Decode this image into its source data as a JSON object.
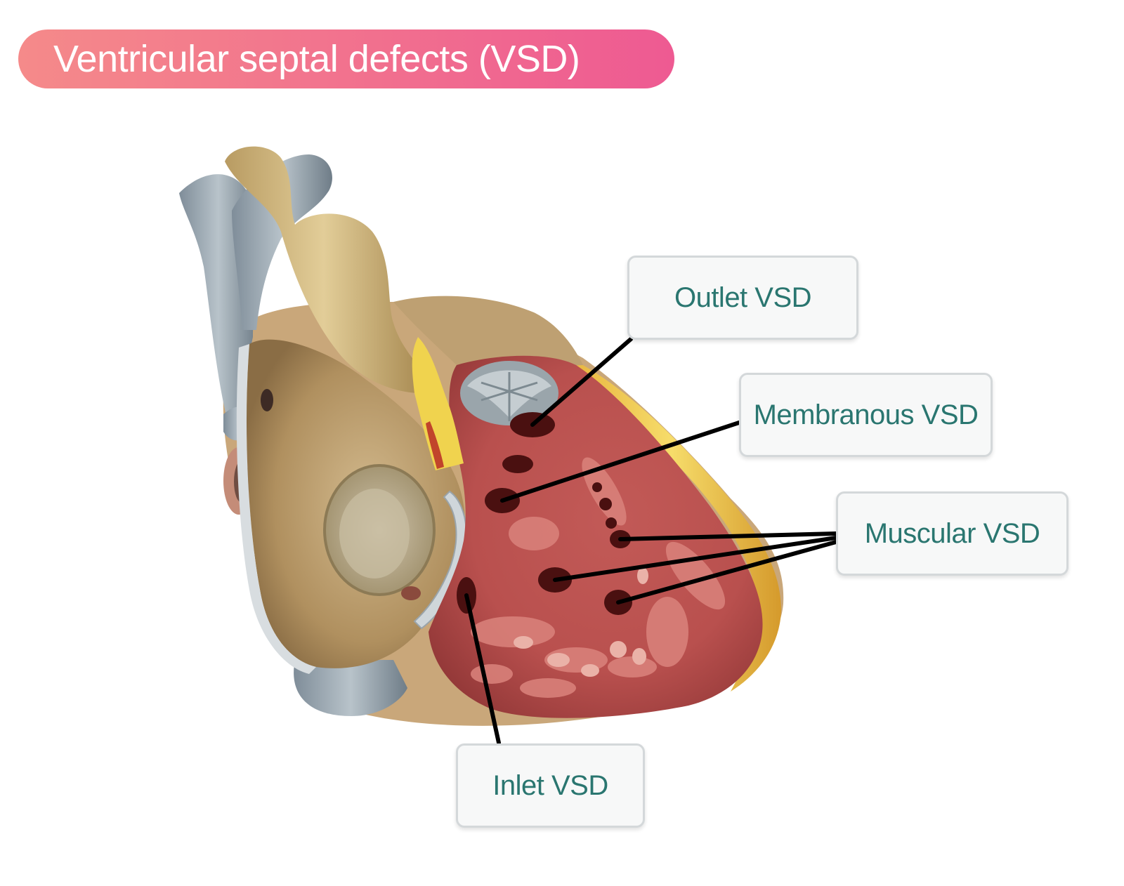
{
  "title": "Ventricular septal defects (VSD)",
  "colors": {
    "title_gradient_start": "#f58a8a",
    "title_gradient_end": "#ee5a92",
    "label_text": "#2a7670",
    "leader_line": "#000000"
  },
  "labels": {
    "outlet": "Outlet VSD",
    "membranous": "Membranous VSD",
    "muscular": "Muscular VSD",
    "inlet": "Inlet VSD"
  }
}
